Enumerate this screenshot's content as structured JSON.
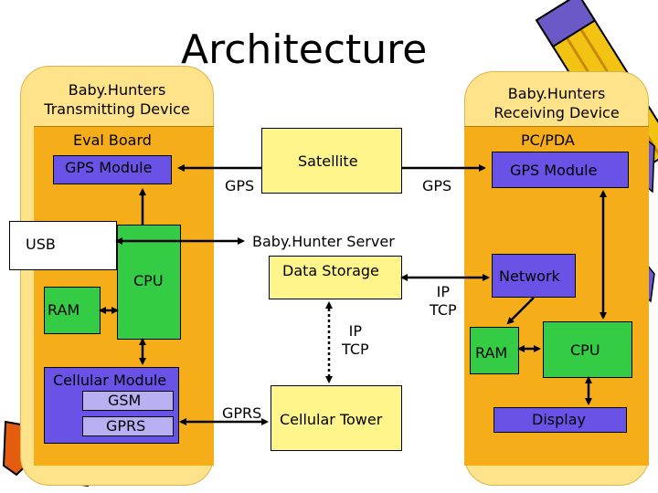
{
  "title": "Architecture",
  "transmitter": {
    "heading": "Baby.Hunters\nTransmitting Device",
    "board": "Eval Board",
    "gps_module": "GPS Module",
    "usb": "USB",
    "cpu": "CPU",
    "ram": "RAM",
    "cellular_module": "Cellular Module",
    "gsm": "GSM",
    "gprs": "GPRS"
  },
  "center": {
    "satellite": "Satellite",
    "gps_left": "GPS",
    "gps_right": "GPS",
    "server": "Baby.Hunter Server",
    "data_storage": "Data Storage",
    "ip_tcp_mid": "IP\nTCP",
    "ip_tcp_right": "IP\nTCP",
    "gprs": "GPRS",
    "cellular_tower": "Cellular Tower"
  },
  "receiver": {
    "heading": "Baby.Hunters\nReceiving Device",
    "board": "PC/PDA",
    "gps_module": "GPS Module",
    "network": "Network",
    "ram": "RAM",
    "cpu": "CPU",
    "display": "Display"
  },
  "colors": {
    "panel_outer": "#ffe38a",
    "panel_inner": "#f6ad1a",
    "module_green": "#33cc44",
    "module_purple": "#6a52e6",
    "box_yellow": "#fff58a"
  }
}
